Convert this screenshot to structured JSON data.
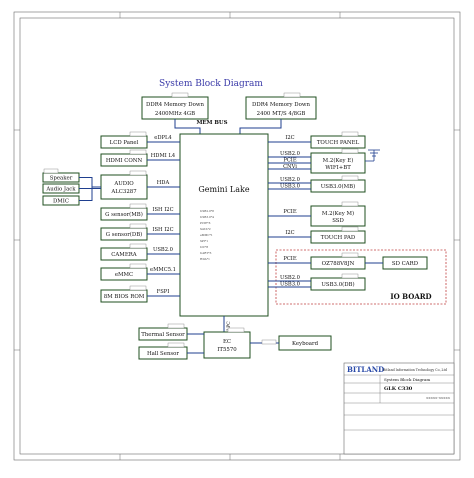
{
  "diagram": {
    "title": "System Block Diagram",
    "mem_bus_label": "MEM BUS",
    "memory_left": {
      "line1": "DDR4 Memory Down",
      "line2": "2400MHz  4GB"
    },
    "memory_right": {
      "line1": "DDR4 Memory Down",
      "line2": "2400 MT/S  4/8GB"
    },
    "cpu": {
      "label": "Gemini Lake"
    },
    "left_blocks": {
      "lcd_panel": "LCD Panel",
      "hdmi_conn": "HDMI CONN",
      "speaker": "Speaker",
      "audio_jack": "Audio Jack",
      "dmic": "DMIC",
      "audio_codec_line1": "AUDIO",
      "audio_codec_line2": "ALC3287",
      "gsensor_mb": "G sensor(MB)",
      "gsensor_db": "G sensor(DB)",
      "camera": "CAMERA",
      "emmc": "eMMC",
      "spi_rom": "8M BIOS ROM"
    },
    "left_signals": {
      "edp": "eDPL4",
      "hdmi": "HDMI L4",
      "hda": "HDA",
      "ish1": "ISH I2C",
      "ish2": "ISH I2C",
      "usb_cam": "USB2.0",
      "emmc_bus": "eMMC5.1",
      "spi": "FSPI"
    },
    "right_blocks": {
      "touch_panel": "TOUCH PANEL",
      "wlan_line1": "M.2(Key E)",
      "wlan_line2": "WIFI+BT",
      "usb_mb": "USB3.0(MB)",
      "ssd_line1": "M.2(Key M)",
      "ssd_line2": "SSD",
      "touch_pad": "TOUCH PAD",
      "card_reader": "OZ788V8JN",
      "sd_card": "SD CARD",
      "usb_db": "USB3.0(DB)"
    },
    "right_signals": {
      "i2c_tp": "I2C",
      "usb_wifi": "USB2.0",
      "pcie_wifi": "PCIE",
      "cnvi": "CNVi",
      "usb_mb_a": "USB2.0",
      "usb_mb_b": "USB3.0",
      "pcie_ssd": "PCIE",
      "i2c_pad": "I2C",
      "pcie_card": "PCIE",
      "usb_db_a": "USB2.0",
      "usb_db_b": "USB3.0"
    },
    "io_board_label": "IO BOARD",
    "lpc_label": "LPC",
    "ec": {
      "line1": "EC",
      "line2": "IT5570"
    },
    "bottom_blocks": {
      "thermal": "Thermal Sensor",
      "hall": "Hall Sensor",
      "keyboard": "Keyboard"
    },
    "title_block": {
      "company": "BITLAND",
      "company_full": "Bitland Information Technology Co.,Ltd",
      "sheet_name": "System Block Diagram",
      "project": "GLK C330"
    },
    "watermark": "xxxxx-xxxxx"
  }
}
